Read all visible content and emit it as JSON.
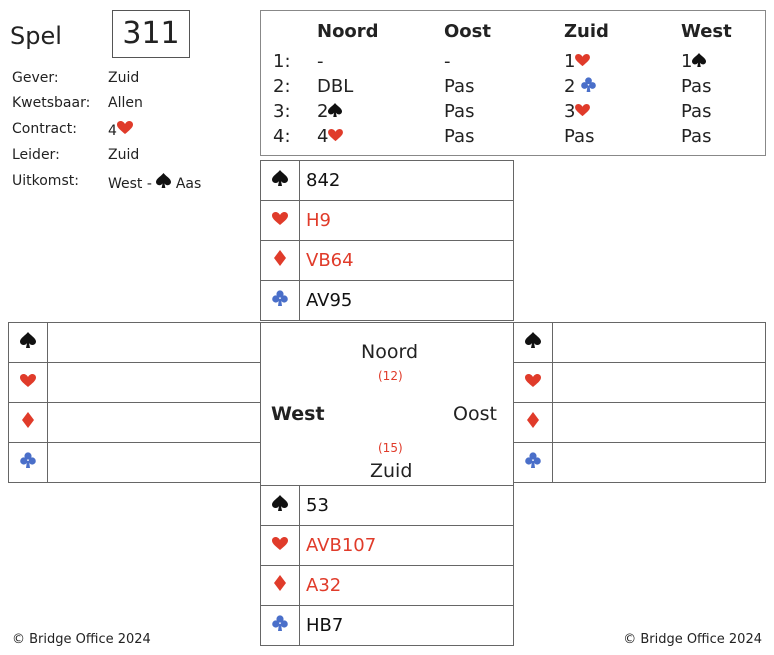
{
  "board": {
    "label": "Spel",
    "number": "311"
  },
  "info": [
    {
      "label": "Gever:",
      "value": "Zuid"
    },
    {
      "label": "Kwetsbaar:",
      "value": "Allen"
    },
    {
      "label": "Contract:",
      "value": "4",
      "suit": "hearts"
    },
    {
      "label": "Leider:",
      "value": "Zuid"
    },
    {
      "label": "Uitkomst:",
      "value": "West -",
      "suit": "spades",
      "value_after": "Aas"
    }
  ],
  "bidding": {
    "headers": [
      "Noord",
      "Oost",
      "Zuid",
      "West"
    ],
    "rows": [
      {
        "num": "1:",
        "bids": [
          {
            "text": "-"
          },
          {
            "text": "-"
          },
          {
            "text": "1",
            "suit": "hearts"
          },
          {
            "text": "1",
            "suit": "spades"
          }
        ]
      },
      {
        "num": "2:",
        "bids": [
          {
            "text": "DBL"
          },
          {
            "text": "Pas"
          },
          {
            "text": "2",
            "suit": "clubs"
          },
          {
            "text": "Pas"
          }
        ]
      },
      {
        "num": "3:",
        "bids": [
          {
            "text": "2",
            "suit": "spades"
          },
          {
            "text": "Pas"
          },
          {
            "text": "3",
            "suit": "hearts"
          },
          {
            "text": "Pas"
          }
        ]
      },
      {
        "num": "4:",
        "bids": [
          {
            "text": "4",
            "suit": "hearts"
          },
          {
            "text": "Pas"
          },
          {
            "text": "Pas"
          },
          {
            "text": "Pas"
          }
        ]
      }
    ]
  },
  "hands": {
    "north": {
      "spades": "842",
      "hearts": "H9",
      "diamonds": "VB64",
      "clubs": "AV95"
    },
    "south": {
      "spades": "53",
      "hearts": "AVB107",
      "diamonds": "A32",
      "clubs": "HB7"
    },
    "west": {
      "spades": "",
      "hearts": "",
      "diamonds": "",
      "clubs": ""
    },
    "east": {
      "spades": "",
      "hearts": "",
      "diamonds": "",
      "clubs": ""
    }
  },
  "compass": {
    "north": "Noord",
    "north_points": "(12)",
    "west": "West",
    "east": "Oost",
    "south_points": "(15)",
    "south": "Zuid"
  },
  "footer": {
    "left": "© Bridge Office 2024",
    "right": "© Bridge Office 2024"
  },
  "colors": {
    "spades": "#111111",
    "hearts": "#e03b2a",
    "diamonds": "#e03b2a",
    "clubs": "#4a6fc9"
  },
  "icons": {
    "spades": "spade-icon",
    "hearts": "heart-icon",
    "diamonds": "diamond-icon",
    "clubs": "club-icon"
  }
}
